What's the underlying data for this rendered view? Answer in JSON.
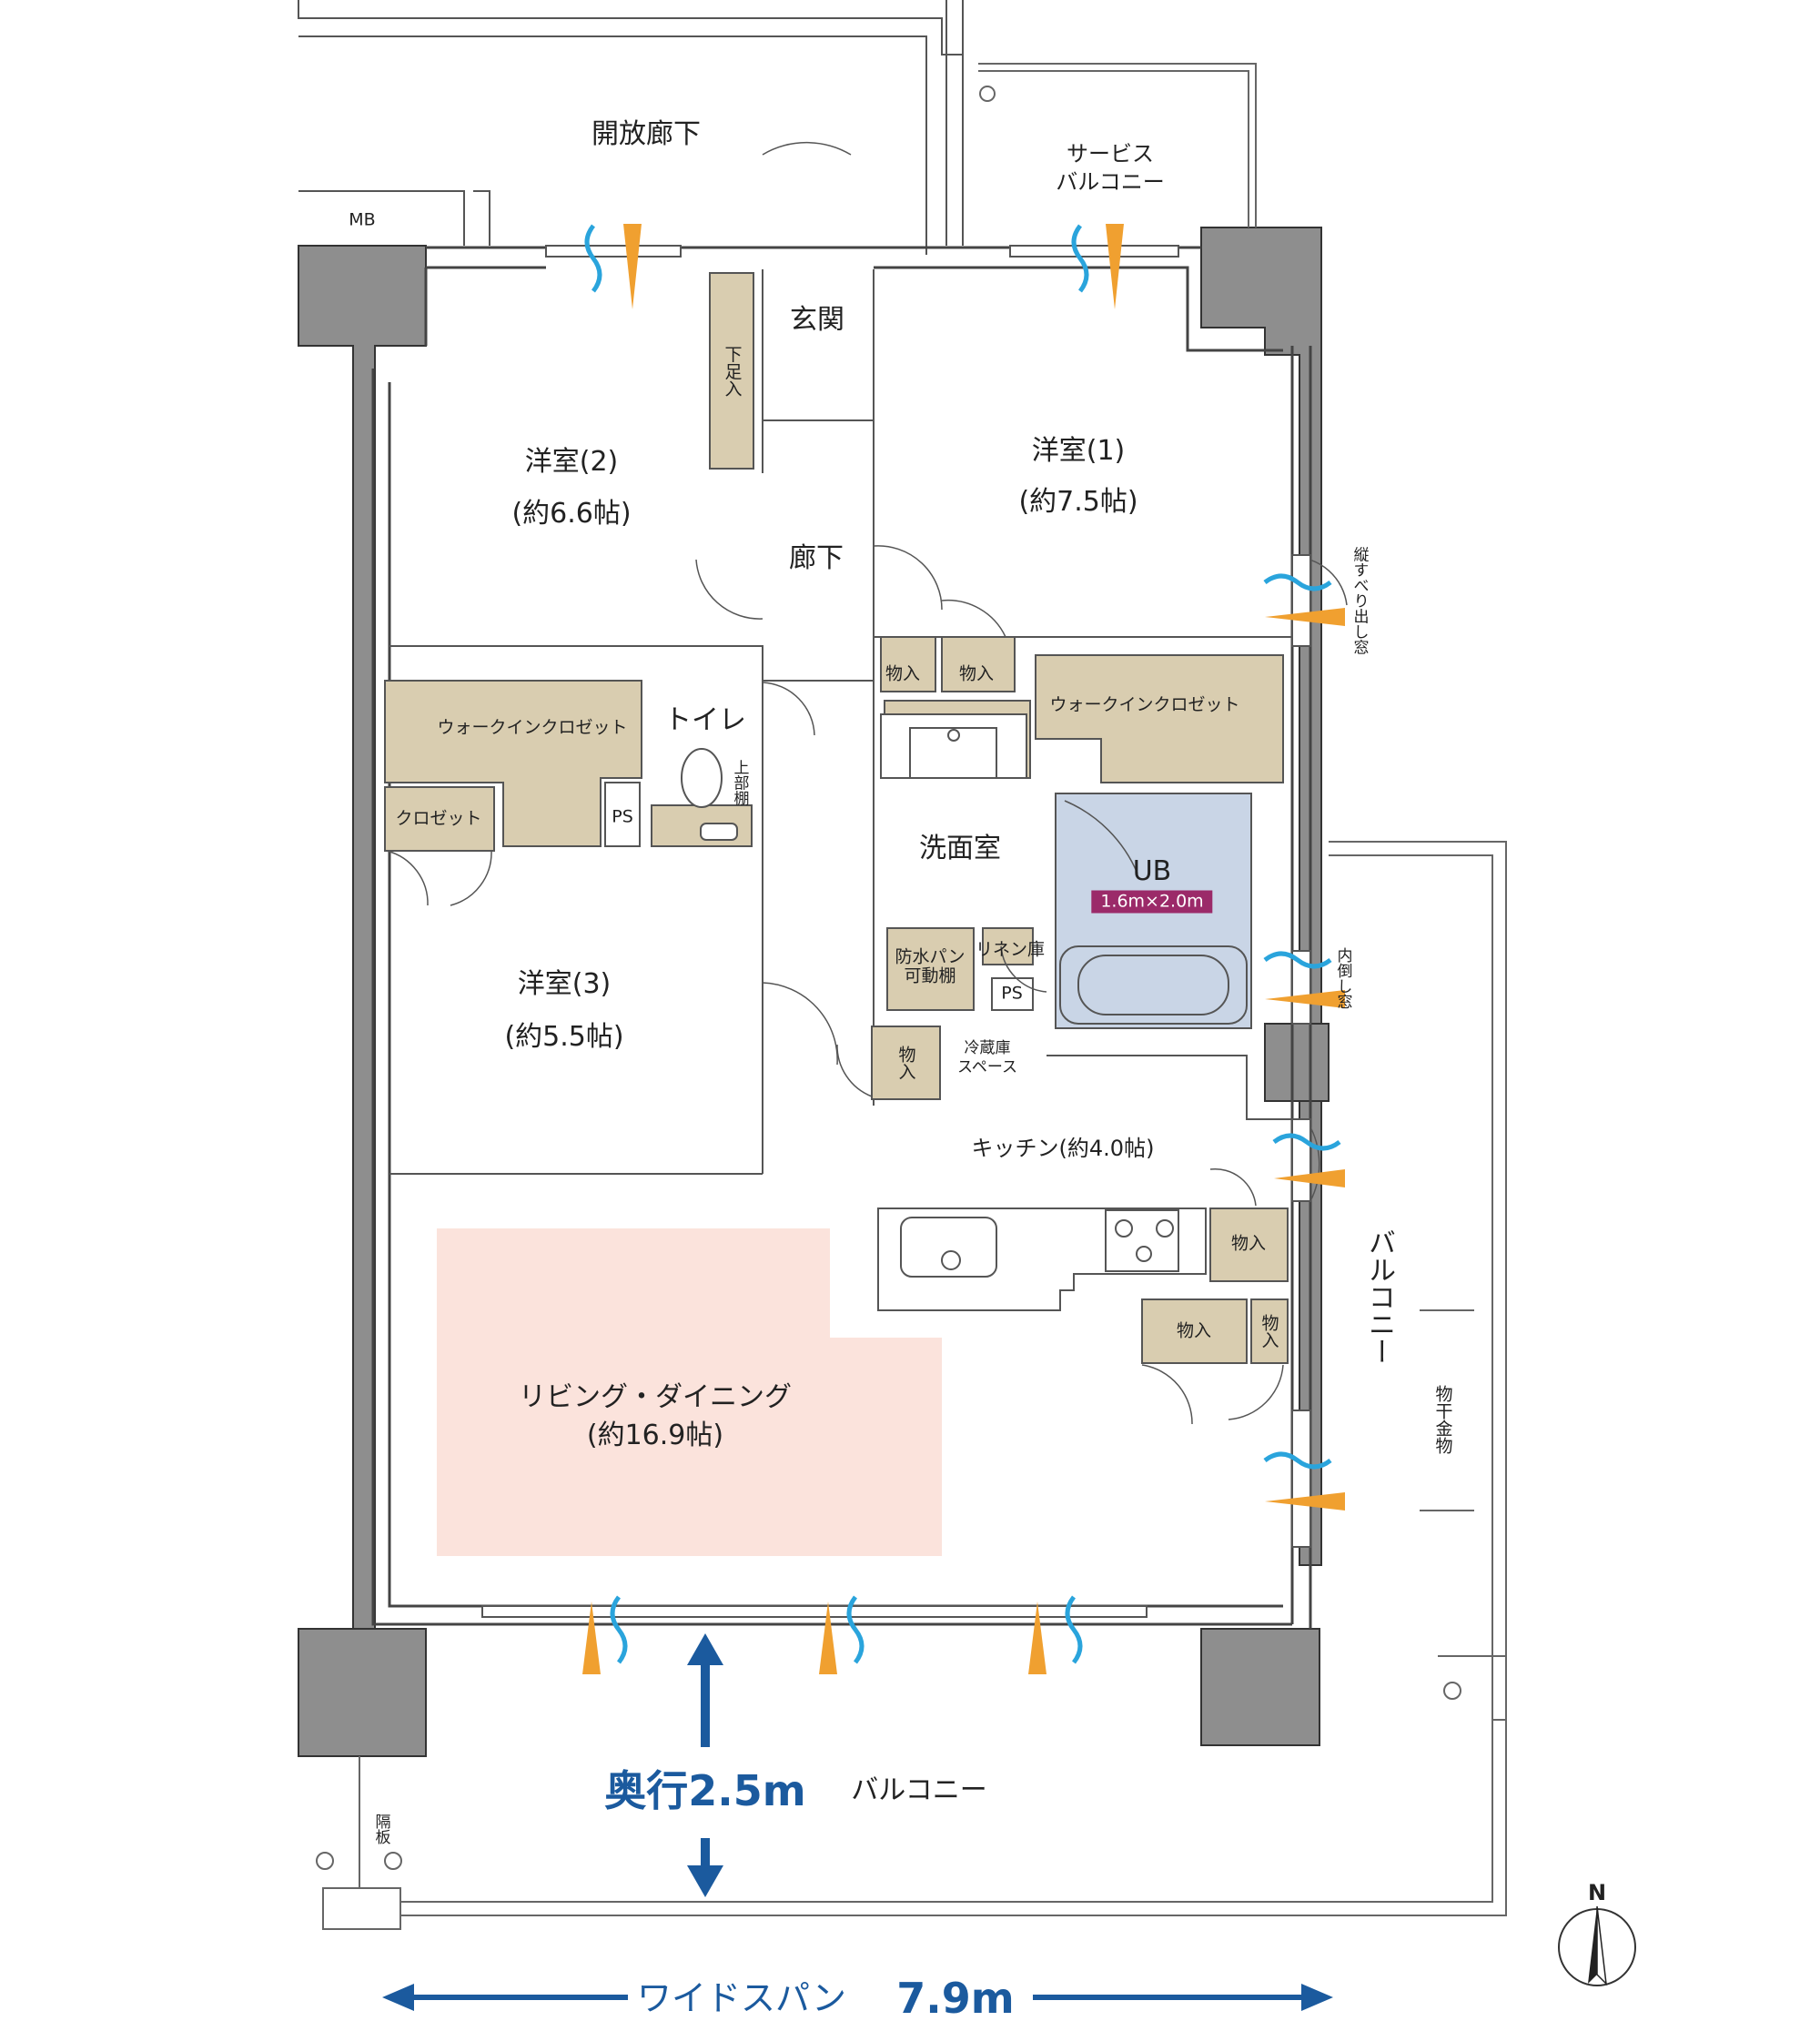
{
  "rooms": {
    "open_corridor": "開放廊下",
    "mb": "MB",
    "service_balcony": "サービス\nバルコニー",
    "entrance": "玄関",
    "shoe_box": "下足入",
    "western_room_1": "洋室(1)",
    "western_room_1_size": "(約7.5帖)",
    "western_room_2": "洋室(2)",
    "western_room_2_size": "(約6.6帖)",
    "western_room_3": "洋室(3)",
    "western_room_3_size": "(約5.5帖)",
    "hallway": "廊下",
    "walk_in_closet_left": "ウォークインクロゼット",
    "walk_in_closet_right": "ウォークインクロゼット",
    "toilet": "トイレ",
    "upper_shelf": "上部棚",
    "ps_1": "PS",
    "ps_2": "PS",
    "closet": "クロゼット",
    "storage_1": "物入",
    "storage_2": "物入",
    "storage_3": "物入",
    "storage_4": "物入",
    "storage_5": "物入",
    "storage_6": "物入",
    "washroom": "洗面室",
    "ub": "UB",
    "ub_size": "1.6m×2.0m",
    "waterproof_pan": "防水パン",
    "movable_shelf": "可動棚",
    "linen": "リネン庫",
    "fridge_space": "冷蔵庫\nスペース",
    "kitchen": "キッチン(約4.0帖)",
    "living_dining": "リビング・ダイニング",
    "living_dining_size": "(約16.9帖)",
    "balcony_side": "バルコニー",
    "balcony_south": "バルコニー",
    "laundry_hanger": "物干金物",
    "partition": "隔板",
    "vertical_slide_window": "縦すべり出し窓",
    "inward_window": "内倒し窓"
  },
  "dimensions": {
    "depth": "奥行2.5m",
    "wide_span_label": "ワイドスパン",
    "wide_span_value": "7.9m"
  },
  "compass": "N",
  "colors": {
    "wall": "#555555",
    "closet_fill": "#d9cdb0",
    "ub_fill": "#c9d5e6",
    "living_fill": "#fbe3dc",
    "badge": "#9b2a69",
    "dimension_arrow": "#1b5a9e",
    "wind_blue": "#2aa4dc",
    "wind_orange": "#f0a030",
    "structural": "#888888"
  }
}
